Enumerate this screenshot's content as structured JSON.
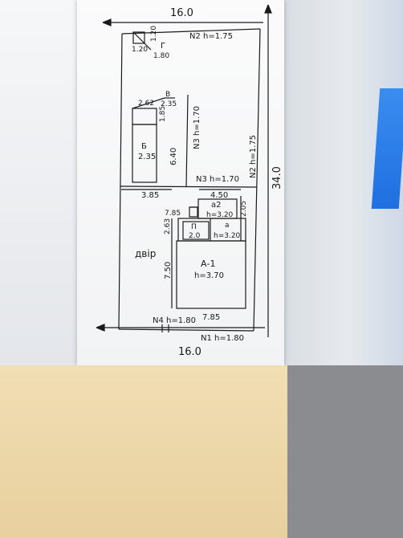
{
  "plan": {
    "top_width": "16.0",
    "bottom_width": "16.0",
    "total_length": "34.0",
    "fences": {
      "n1": "N1 h=1.80",
      "n2_top": "N2 h=1.75",
      "n2_right": "N2 h=1.75",
      "n3_vertical": "N3 h=1.70",
      "n3_horizontal": "N3 h=1.70",
      "n4": "N4 h=1.80"
    },
    "building_g": {
      "label": "Г",
      "dim_width": "1.20",
      "dim_height": "1.20",
      "dim_offset": "1.80"
    },
    "building_v": {
      "label": "В",
      "dim_a": "2.62",
      "dim_b": "2.35",
      "dim_c": "1.85"
    },
    "building_b": {
      "label": "Б",
      "width": "2.35",
      "height": "6.40"
    },
    "yard_dims": {
      "left": "3.85",
      "right": "4.50",
      "a2_height": "2.05",
      "vertical_263": "2.63"
    },
    "building_a1": {
      "label": "А-1",
      "height_label": "h=3.70",
      "side": "7.50",
      "bottom": "7.85"
    },
    "building_a2": {
      "label": "а2",
      "height_label": "h=3.20",
      "dim_left": "7.85"
    },
    "building_a": {
      "label": "а",
      "height_label": "h=3.20"
    },
    "building_p": {
      "label": "П",
      "dim": "2.0"
    },
    "yard_label": "двір"
  }
}
